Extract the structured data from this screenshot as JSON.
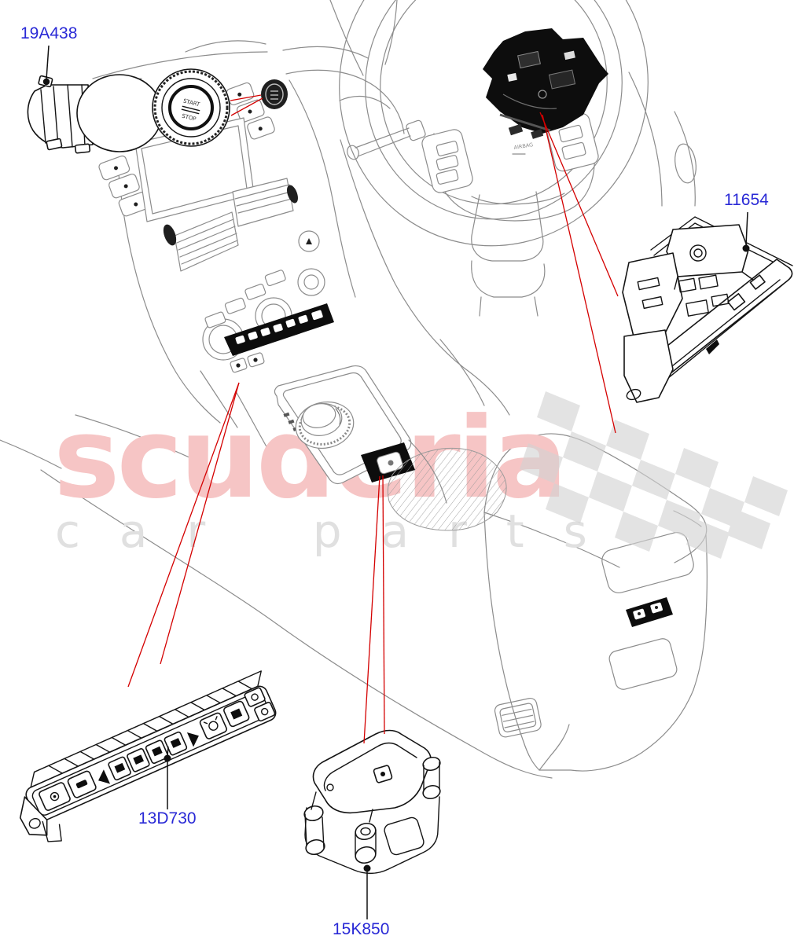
{
  "watermark": {
    "brand": "scuderia",
    "tagline": "car parts"
  },
  "part_labels": [
    {
      "ref": "19A438"
    },
    {
      "ref": "11654"
    },
    {
      "ref": "13D730"
    },
    {
      "ref": "15K850"
    }
  ],
  "inline_text": {
    "airbag": "AIRBAG",
    "start": "START",
    "stop": "STOP"
  },
  "theme": {
    "label_color": "#2929d6",
    "red_leader": "#d40000",
    "line_gray": "#8c8c8c",
    "part_stroke": "#141414",
    "brand_pink": "#f6c5c5",
    "tagline_gray": "#e0e0e0",
    "flag_gray": "#d3d3d3"
  }
}
